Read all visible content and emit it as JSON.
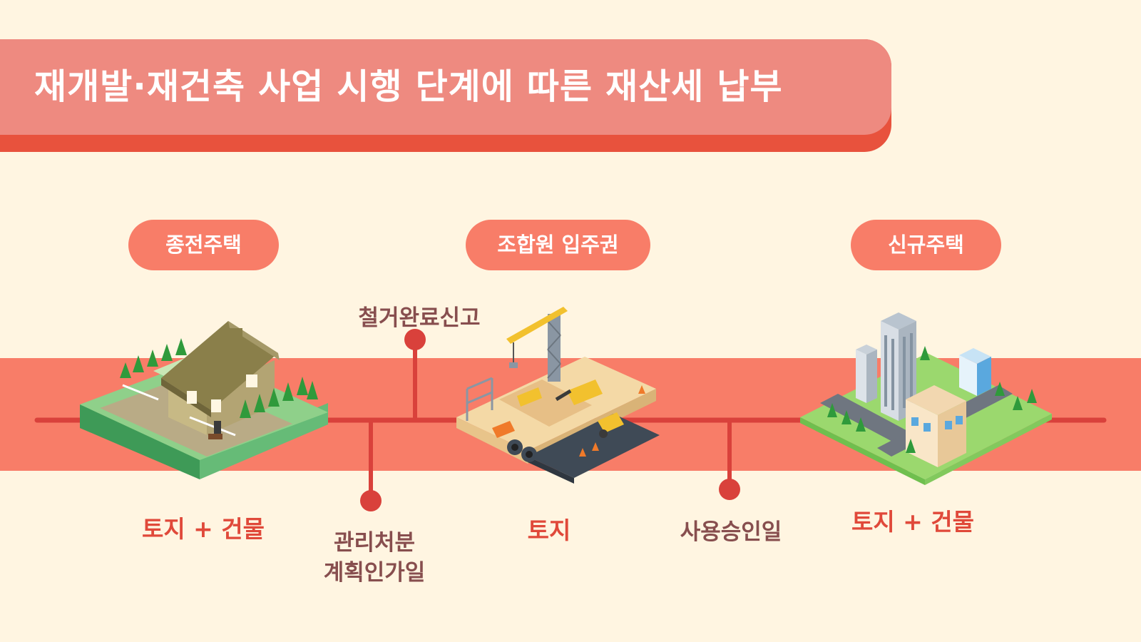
{
  "title": "재개발·재건축 사업 시행 단계에 따른 재산세 납부",
  "stages": [
    {
      "label": "종전주택",
      "tax": "토지 + 건물",
      "illustration": "house-on-lawn"
    },
    {
      "label": "조합원 입주권",
      "tax": "토지",
      "illustration": "construction-site"
    },
    {
      "label": "신규주택",
      "tax": "토지 + 건물",
      "illustration": "new-city-block"
    }
  ],
  "milestones": [
    {
      "label": "철거완료신고",
      "position": "above"
    },
    {
      "label": "관리처분\n계획인가일",
      "position": "below"
    },
    {
      "label": "사용승인일",
      "position": "below"
    }
  ],
  "colors": {
    "background": "#fff5e1",
    "band": "#f87d68",
    "title_face": "#ee8a80",
    "title_shadow": "#e8523d",
    "timeline": "#d9413b",
    "tax_text": "#e0493a",
    "milestone_text": "#874e4e"
  }
}
